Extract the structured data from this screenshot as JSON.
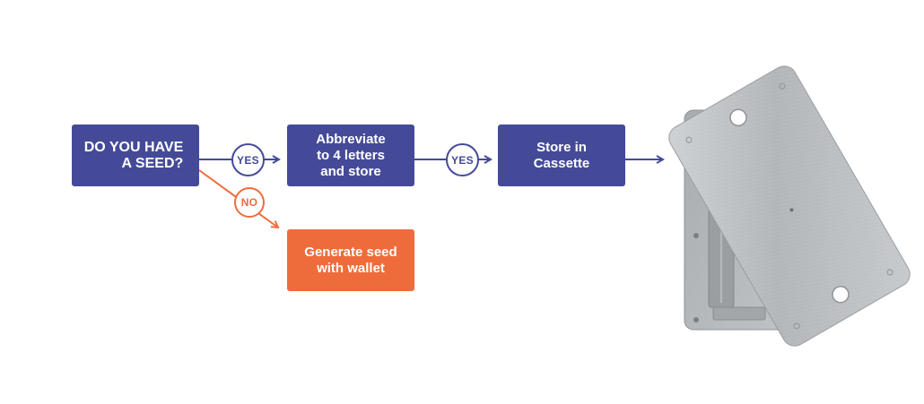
{
  "flow": {
    "question": "DO YOU HAVE\nA SEED?",
    "yes_label_1": "YES",
    "abbreviate": "Abbreviate\nto 4 letters\nand store",
    "yes_label_2": "YES",
    "store": "Store in\nCassette",
    "no_label": "NO",
    "generate": "Generate seed\nwith wallet"
  },
  "product_image": {
    "icon": "steel-cassette-plates-image"
  },
  "colors": {
    "primary_blue": "#454a98",
    "accent_orange": "#ee6c3b",
    "steel": "#b9bcbf",
    "background": "#ffffff"
  }
}
